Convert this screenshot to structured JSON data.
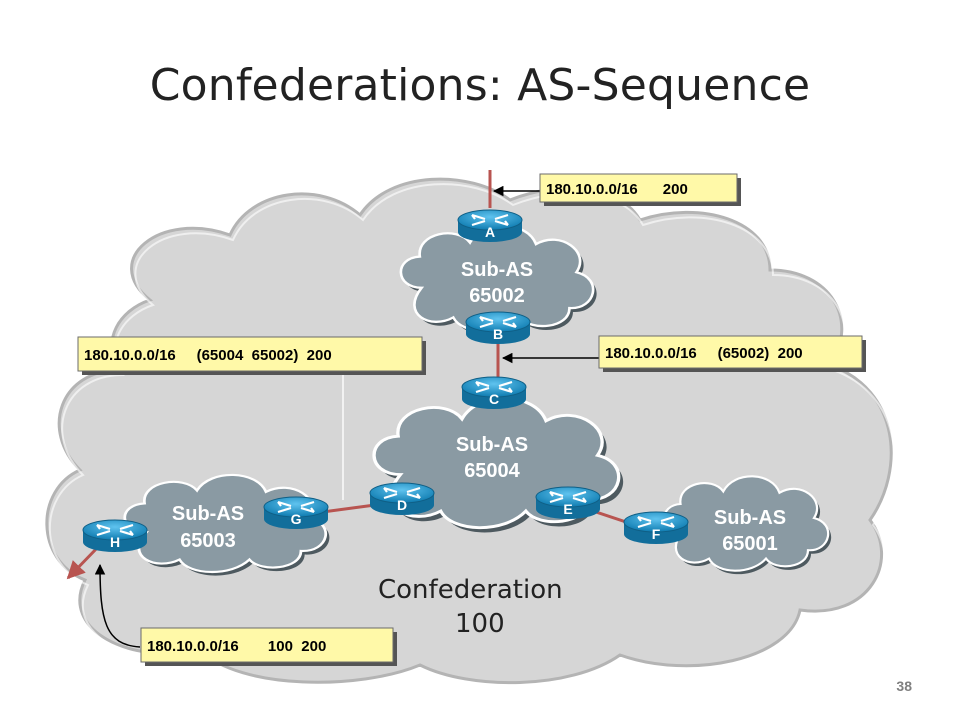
{
  "slide": {
    "title": "Confederations: AS-Sequence",
    "page_number": "38"
  },
  "confederation": {
    "line1": "Confederation",
    "line2": "100"
  },
  "sub_as": [
    {
      "id": "65002",
      "line1": "Sub-AS",
      "line2": "65002"
    },
    {
      "id": "65004",
      "line1": "Sub-AS",
      "line2": "65004"
    },
    {
      "id": "65003",
      "line1": "Sub-AS",
      "line2": "65003"
    },
    {
      "id": "65001",
      "line1": "Sub-AS",
      "line2": "65001"
    }
  ],
  "routers": [
    "A",
    "B",
    "C",
    "D",
    "E",
    "F",
    "G",
    "H"
  ],
  "route_labels": [
    {
      "id": "label-a",
      "text": "180.10.0.0/16      200"
    },
    {
      "id": "label-bc",
      "text": "180.10.0.0/16     (65002)  200"
    },
    {
      "id": "label-g",
      "text": "180.10.0.0/16     (65004  65002)  200"
    },
    {
      "id": "label-h",
      "text": "180.10.0.0/16       100  200"
    }
  ],
  "colors": {
    "outer_cloud": "#d6d6d6",
    "sub_cloud": "#8a9aa3",
    "router": "#1e9ad0",
    "link": "#b85450",
    "label_fill": "#fff9a8",
    "label_border": "#6b6b6b"
  }
}
